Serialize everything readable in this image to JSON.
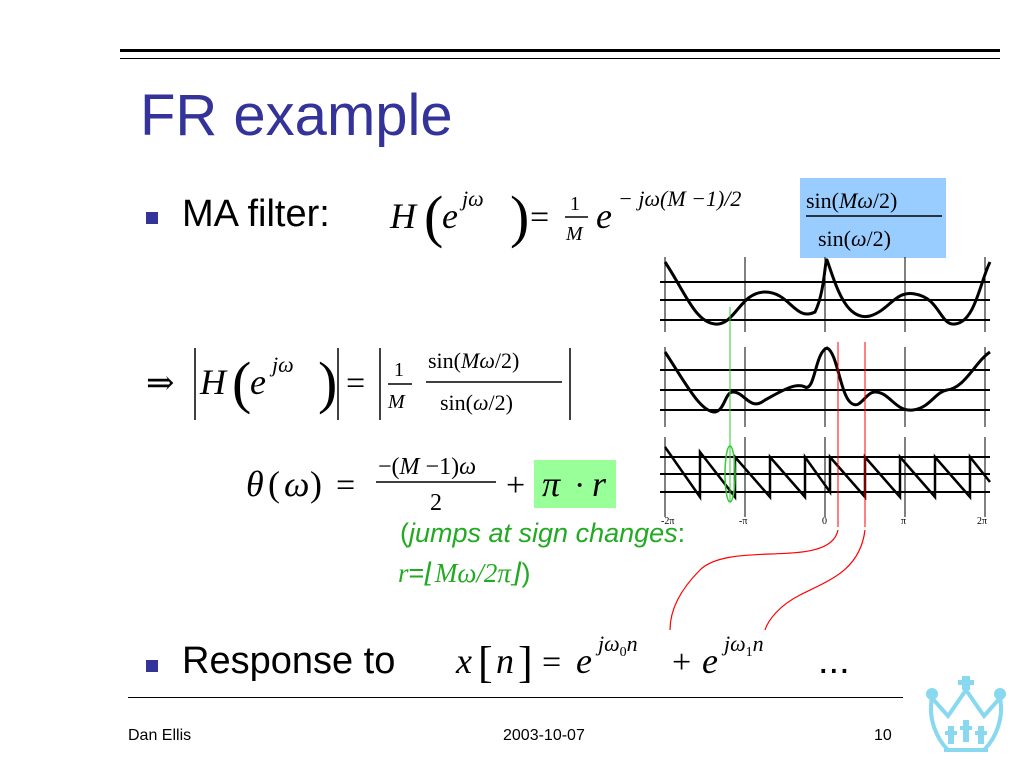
{
  "slide": {
    "title": "FR example",
    "bullets": [
      {
        "label": "MA filter:"
      },
      {
        "label": "Response to"
      }
    ],
    "annotation": {
      "line1_open": "(",
      "line1_text": "jumps at sign changes",
      "line1_colon": ":",
      "line2_r": "r",
      "line2_eq": "=",
      "line2_expr": "⌊Mω/2π⌋",
      "line2_close": ")"
    },
    "ellipsis": "...",
    "footer": {
      "author": "Dan Ellis",
      "date": "2003-10-07",
      "page": "10"
    },
    "plot_axis_labels": [
      "-2π",
      "-π",
      "0",
      "π",
      "2π"
    ]
  },
  "colors": {
    "title": "#333399",
    "bullet": "#333399",
    "blue_highlight": "#99ccff",
    "green_highlight": "#99ff99",
    "annotation_text": "#22aa22",
    "red_lines": "#ff0000",
    "green_lines": "#33cc33",
    "logo": "#88d8f0"
  }
}
